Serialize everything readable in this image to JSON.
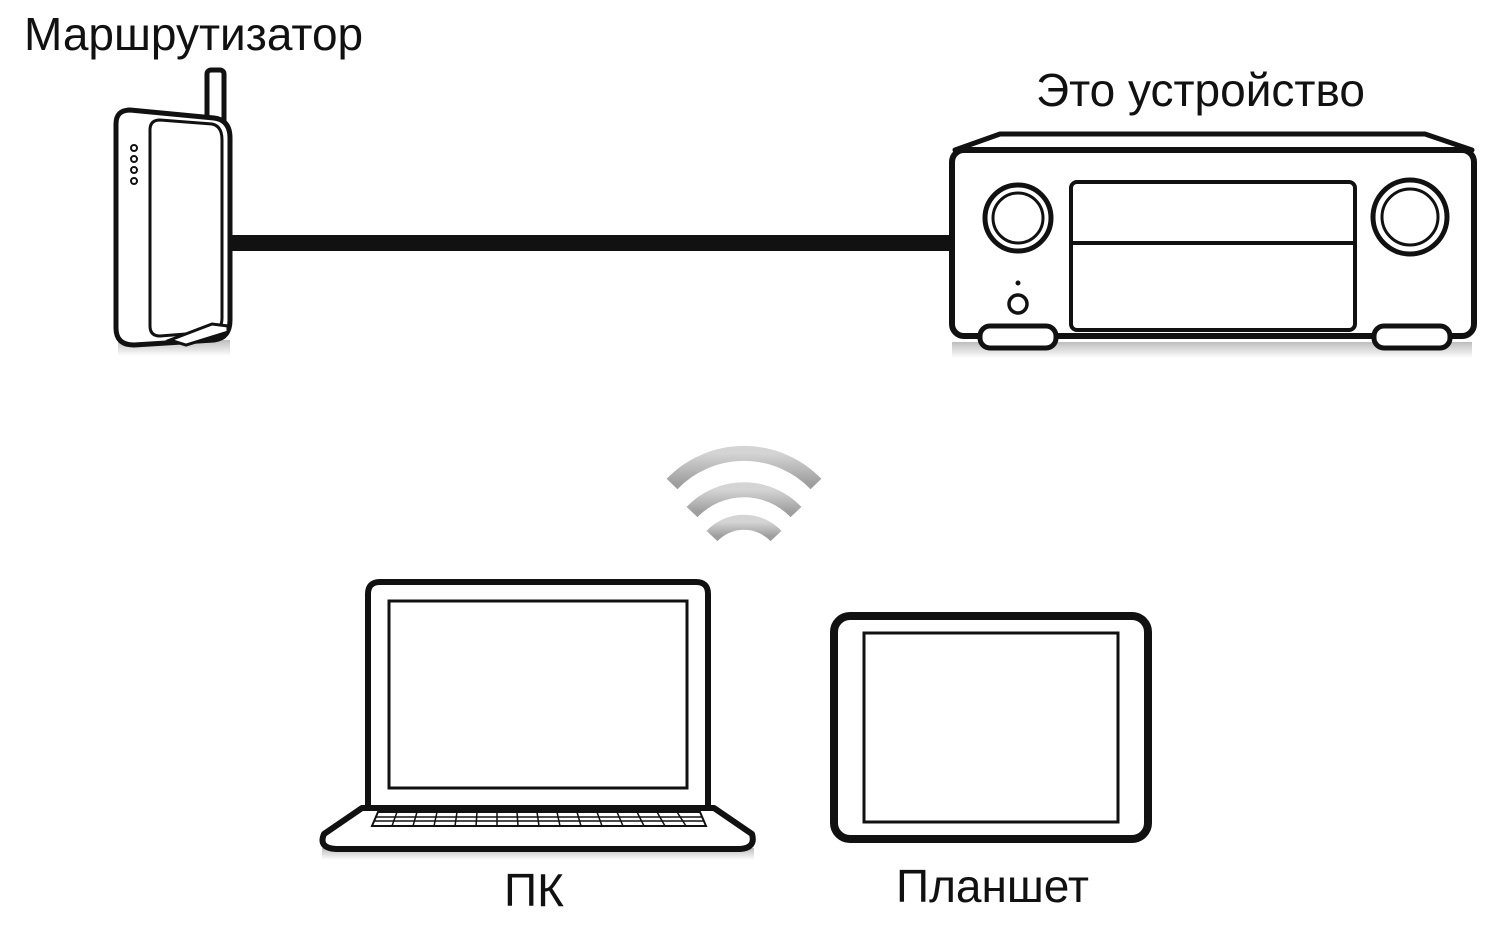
{
  "labels": {
    "router": "Маршрутизатор",
    "this_device": "Это устройство",
    "pc": "ПК",
    "tablet": "Планшет"
  },
  "icons": {
    "router": "wifi-router-icon",
    "receiver": "av-receiver-icon",
    "wireless": "wifi-signal-icon",
    "laptop": "laptop-icon",
    "tablet": "tablet-icon"
  },
  "colors": {
    "stroke": "#111111",
    "fill": "#ffffff",
    "shadow": "#cfcfcf",
    "wifi": "#b5b5b5"
  }
}
